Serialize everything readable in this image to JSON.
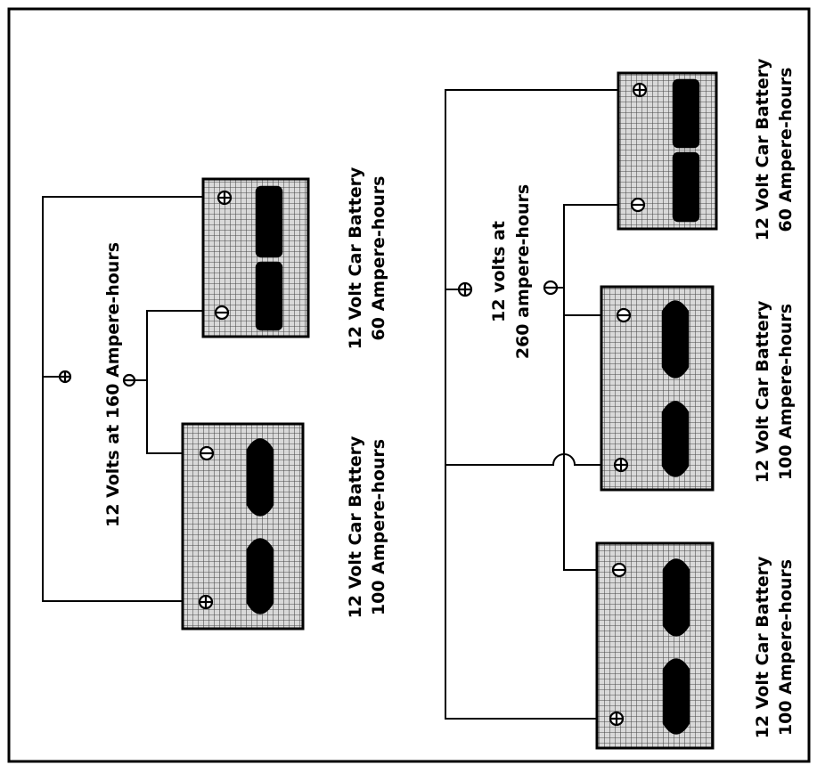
{
  "diagram": {
    "series_label": "12 Volts at 160 Ampere-hours",
    "parallel_label_line1": "12 volts at",
    "parallel_label_line2": "260 ampere-hours",
    "battery_60": {
      "line1": "12 Volt Car Battery",
      "line2": "60 Ampere-hours"
    },
    "battery_100": {
      "line1": "12 Volt Car Battery",
      "line2": "100 Ampere-hours"
    }
  }
}
